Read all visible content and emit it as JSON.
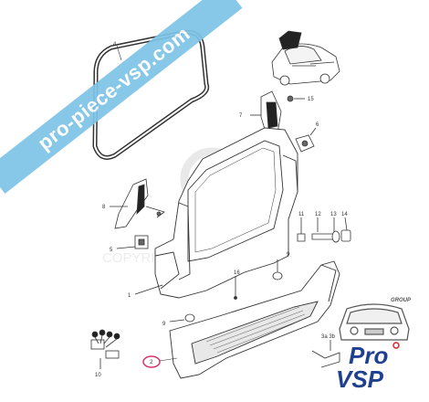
{
  "watermark": {
    "banner_text": "pro-piece-vsp.com",
    "copyright_text": "COPYRIGHT © Pro VSP"
  },
  "logo": {
    "line1": "Pro",
    "line2": "VSP",
    "tag": "GROUP"
  },
  "part_labels": {
    "p1": "1",
    "p2": "2",
    "p3": "3a 3b",
    "p4": "4",
    "p5": "5",
    "p6": "6",
    "p7": "7",
    "p8": "8",
    "p9a": "9",
    "p9b": "9",
    "p10": "10",
    "p11": "11",
    "p12": "12",
    "p13": "13",
    "p14": "14",
    "p15": "15",
    "p16": "16"
  },
  "colors": {
    "line": "#333333",
    "highlight": "#d6336c",
    "banner": "#7ec3e6",
    "brand_blue": "#1f3f8f",
    "brand_red": "#e01e2e"
  }
}
